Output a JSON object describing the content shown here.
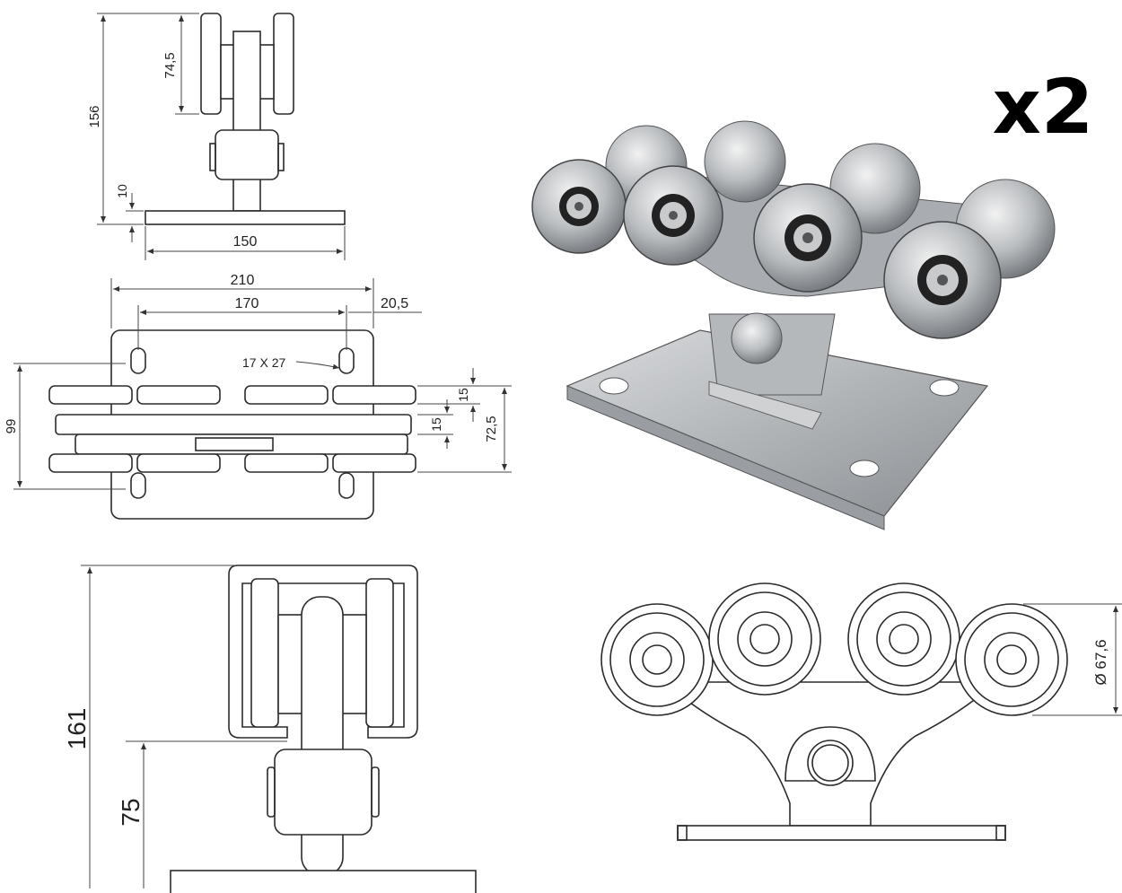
{
  "quantity_label": "x2",
  "side_view": {
    "height": "156",
    "wheel_height": "74,5",
    "plate_thickness": "10",
    "plate_width": "150"
  },
  "top_view": {
    "overall_length": "210",
    "hole_spacing": "170",
    "edge_offset": "20,5",
    "slot_size": "17 X 27",
    "plate_width": "99",
    "wheel_gap_1": "15",
    "wheel_gap_2": "15",
    "wheel_span": "72,5"
  },
  "front_view": {
    "total_height": "161",
    "lower_height": "75"
  },
  "wheel_view": {
    "wheel_diameter": "Ø 67,6"
  }
}
